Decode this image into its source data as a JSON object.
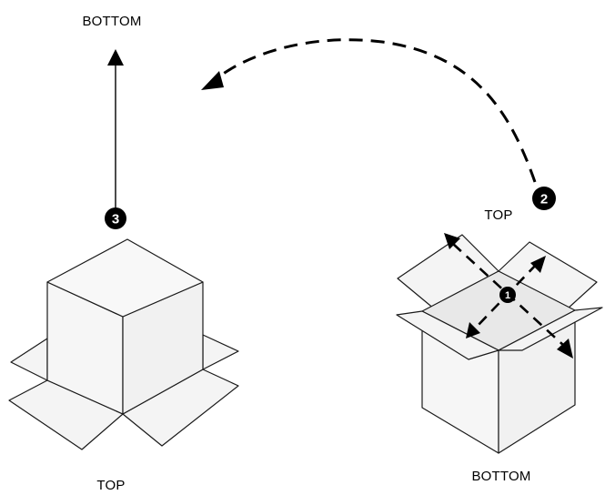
{
  "colors": {
    "stroke": "#1a1a1a",
    "face_light": "#f4f4f4",
    "face_mid": "#eeeeee",
    "badge": "#000000",
    "badge_text": "#ffffff"
  },
  "left_box": {
    "top_label": "BOTTOM",
    "bottom_label": "TOP",
    "step_badge": "3"
  },
  "right_box": {
    "top_label": "TOP",
    "bottom_label": "BOTTOM",
    "center_badge": "1"
  },
  "flip_arrow": {
    "step_badge": "2"
  }
}
